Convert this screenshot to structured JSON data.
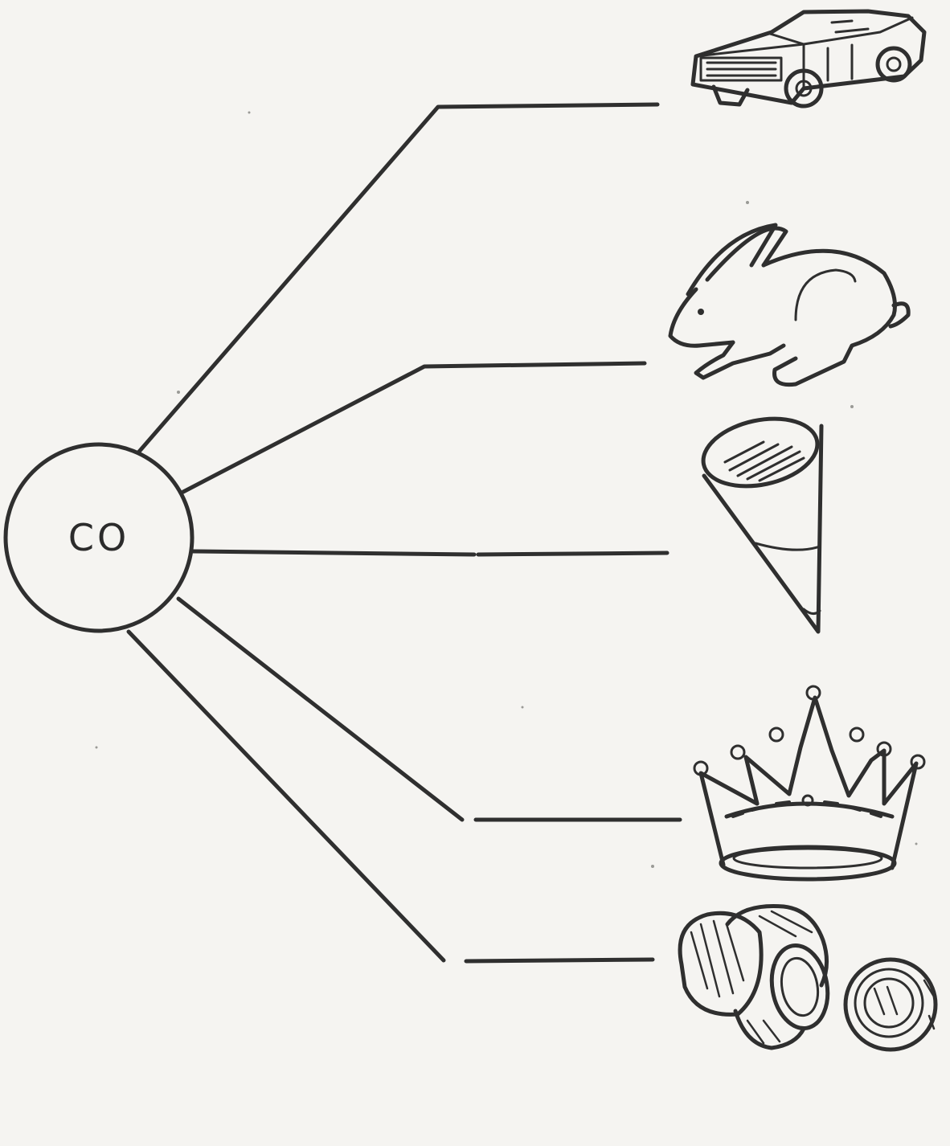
{
  "syllable": "CO",
  "pictures": [
    {
      "id": "car",
      "icon": "car-icon"
    },
    {
      "id": "rabbit",
      "icon": "rabbit-icon"
    },
    {
      "id": "cone",
      "icon": "cone-icon"
    },
    {
      "id": "crown",
      "icon": "crown-icon"
    },
    {
      "id": "coconut",
      "icon": "coconut-icon"
    }
  ],
  "colors": {
    "ink": "#2f2f2f",
    "paper": "#f5f4f1"
  }
}
